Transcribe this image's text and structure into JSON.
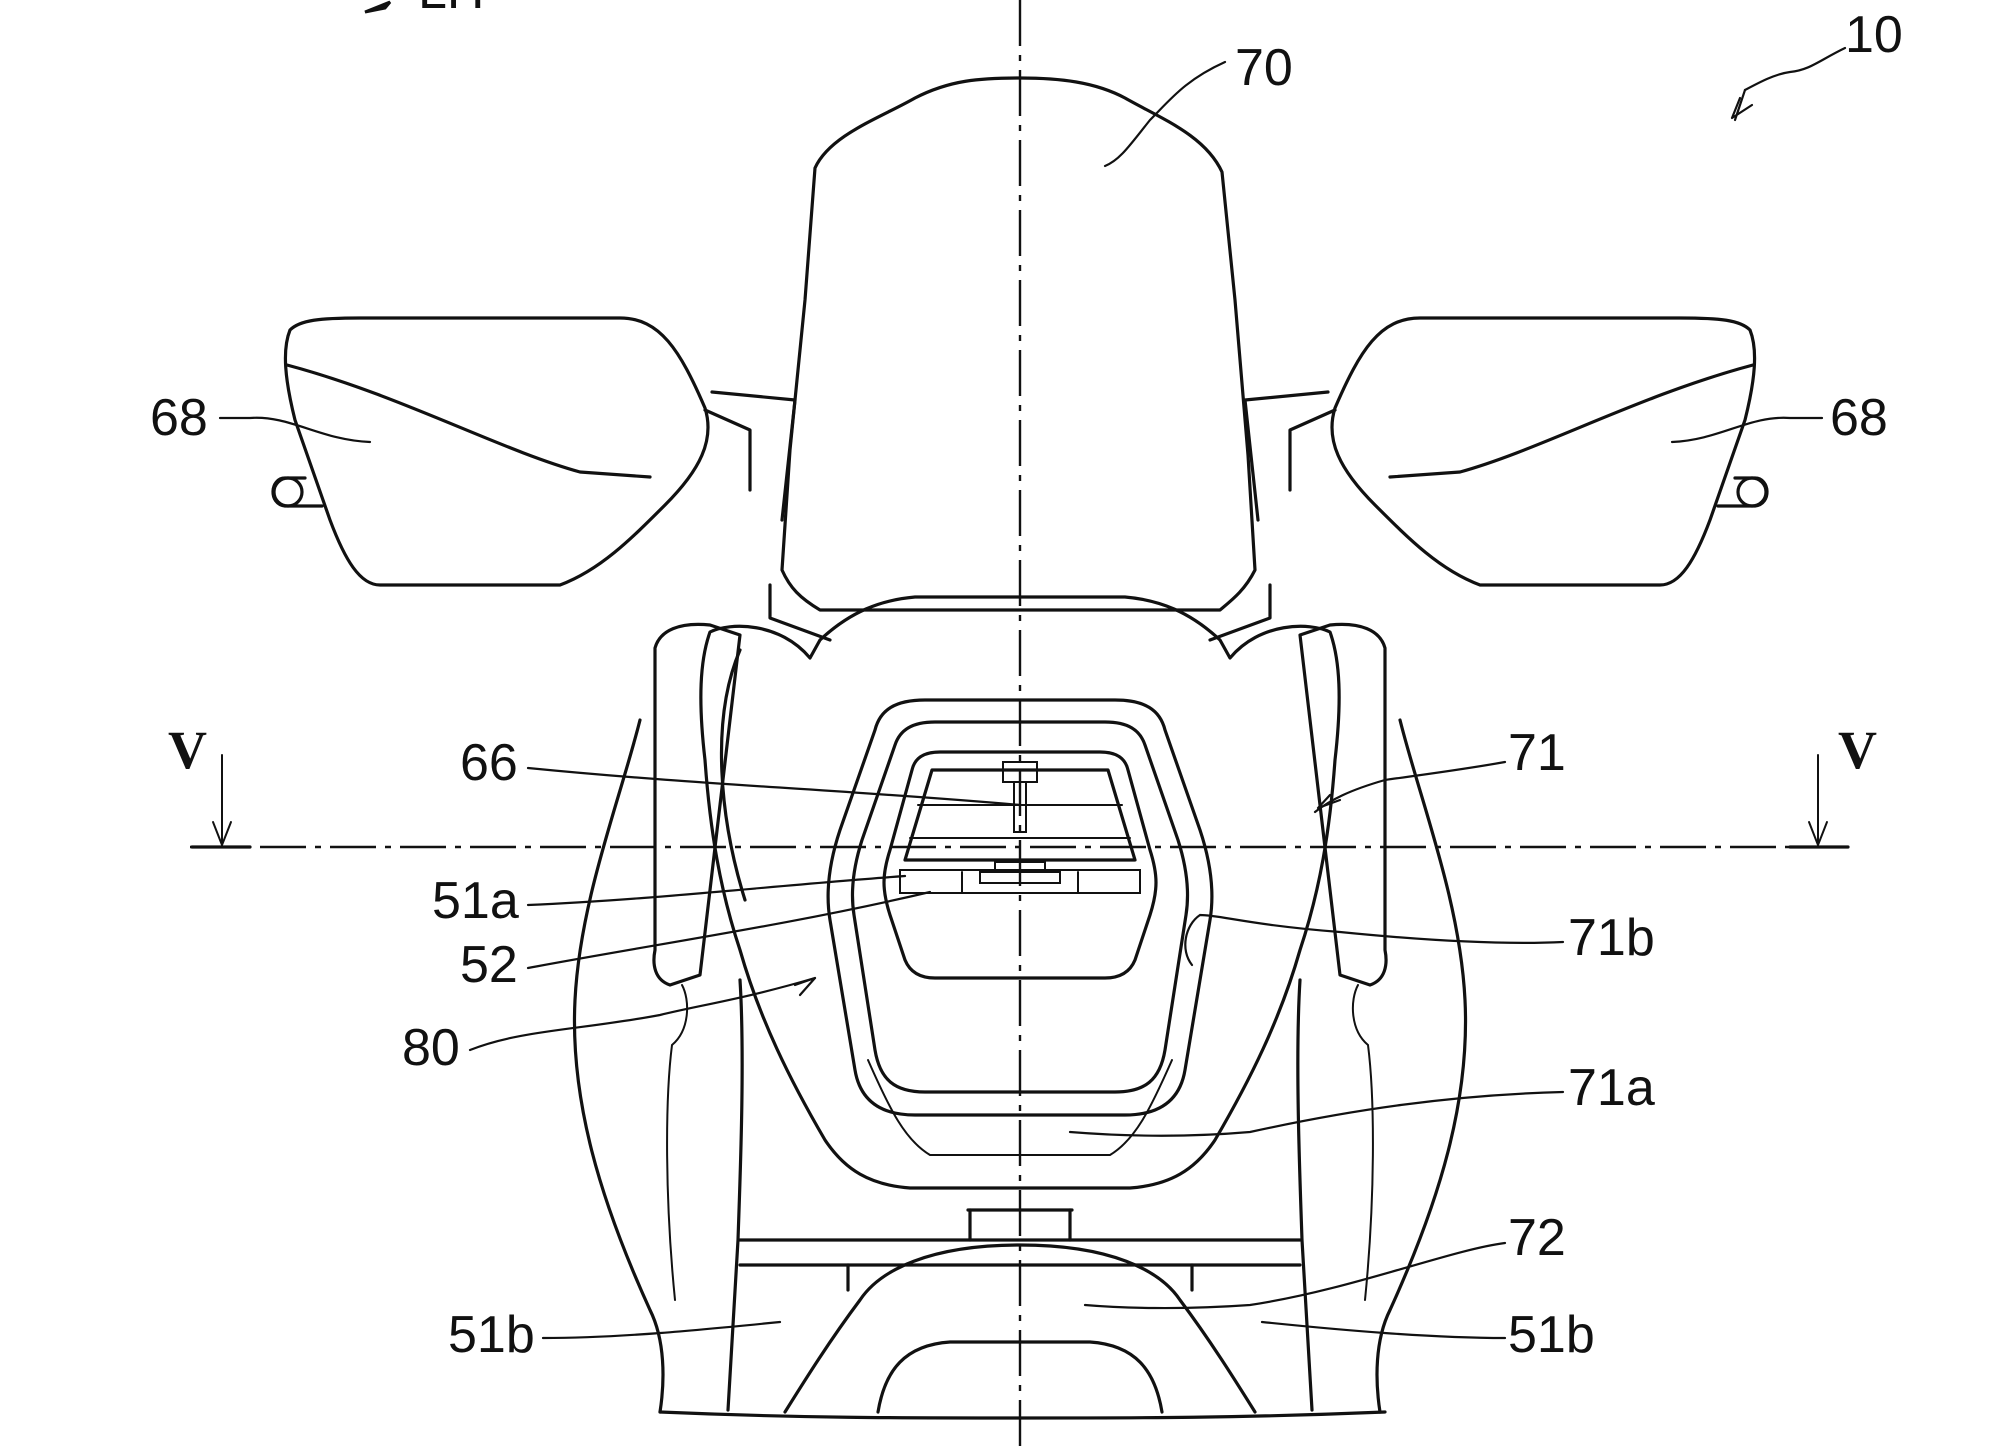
{
  "figure": {
    "direction_label": "LH",
    "section_mark": "V",
    "labels": {
      "assembly": "10",
      "windscreen": "70",
      "handguard": "68",
      "front_cover": "71",
      "cover_opening": "71b",
      "cover_lower": "71a",
      "lamp_unit": "66",
      "part_51a": "51a",
      "part_52": "52",
      "part_80": "80",
      "fender": "72",
      "fork": "51b"
    }
  }
}
